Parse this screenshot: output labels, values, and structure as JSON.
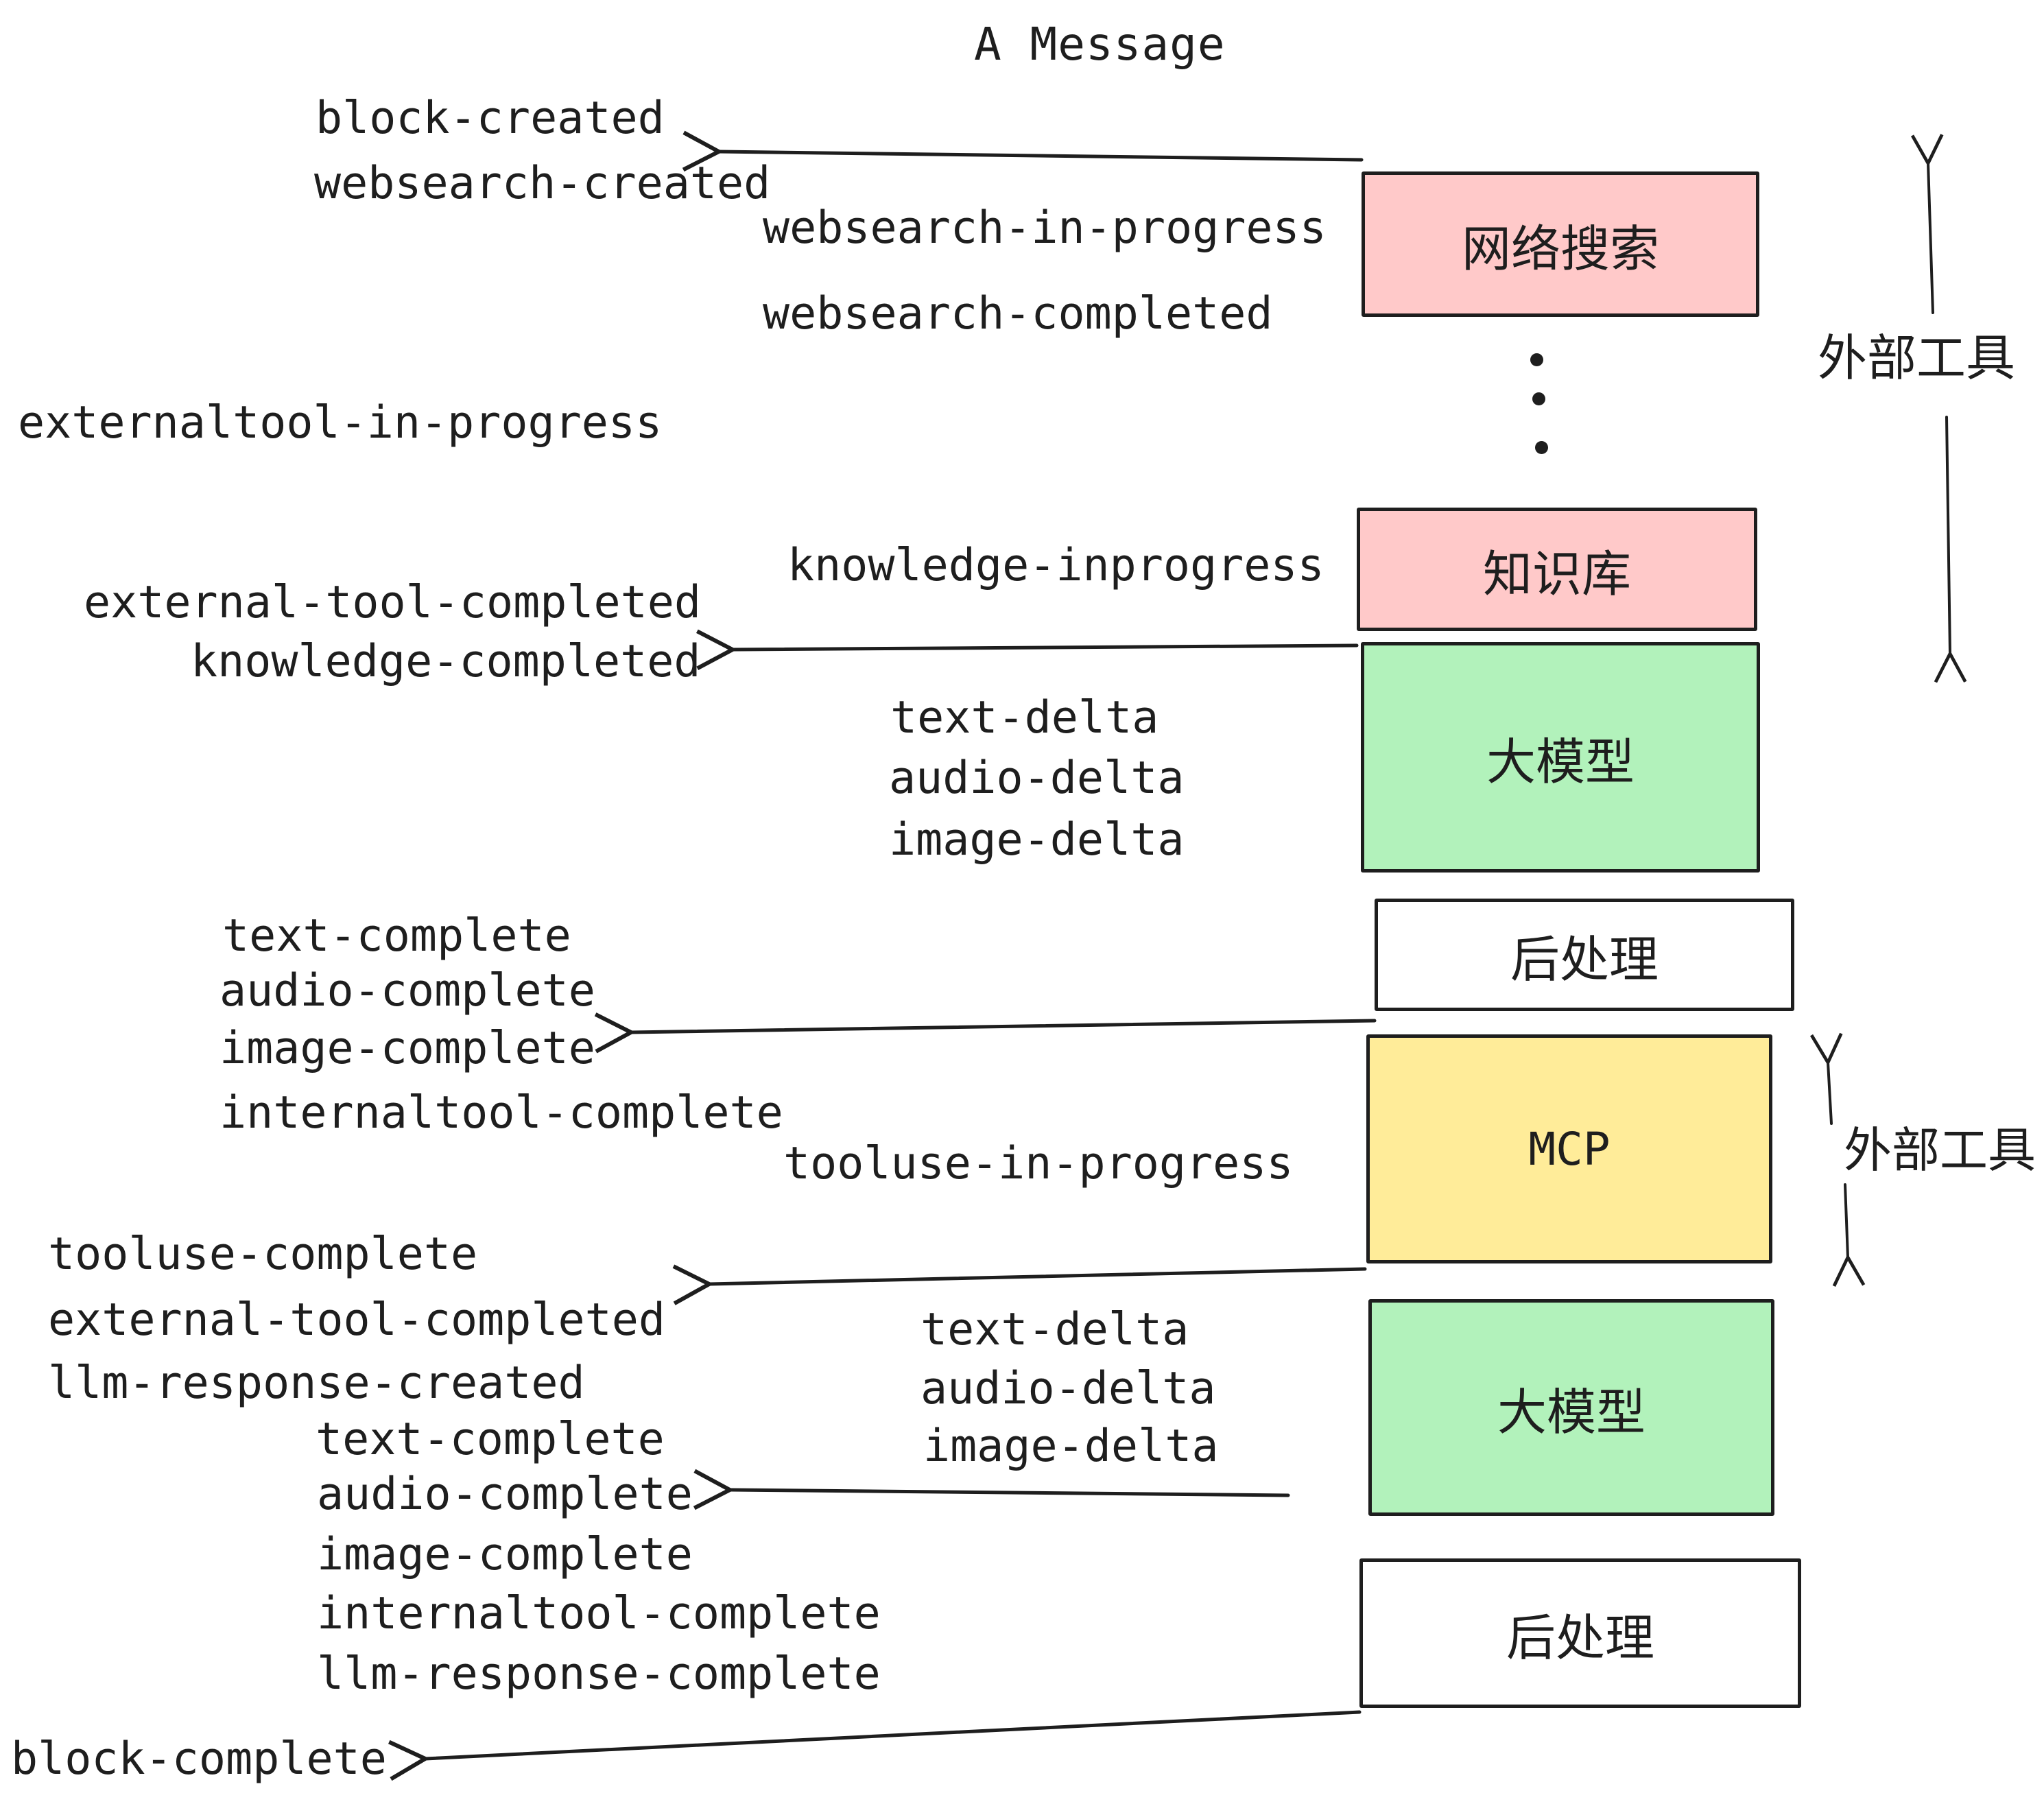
{
  "title": "A Message",
  "colors": {
    "ink": "#1e1e1e",
    "pink": "#ffc9c9",
    "green": "#b2f2bb",
    "yellow": "#ffec99",
    "white": "#ffffff"
  },
  "boxes": [
    {
      "key": "websearch",
      "label": "网络搜索",
      "fill": "#ffc9c9"
    },
    {
      "key": "knowledge",
      "label": "知识库",
      "fill": "#ffc9c9"
    },
    {
      "key": "llm-1",
      "label": "大模型",
      "fill": "#b2f2bb"
    },
    {
      "key": "post-1",
      "label": "后处理",
      "fill": "#ffffff"
    },
    {
      "key": "mcp",
      "label": "MCP",
      "fill": "#ffec99"
    },
    {
      "key": "llm-2",
      "label": "大模型",
      "fill": "#b2f2bb"
    },
    {
      "key": "post-2",
      "label": "后处理",
      "fill": "#ffffff"
    }
  ],
  "side_labels": [
    {
      "text": "外部工具"
    },
    {
      "text": "外部工具"
    }
  ],
  "events": [
    "block-created",
    "websearch-created",
    "websearch-in-progress",
    "websearch-completed",
    "externaltool-in-progress",
    "knowledge-inprogress",
    "external-tool-completed",
    "knowledge-completed",
    "text-delta",
    "audio-delta",
    "image-delta",
    "text-complete",
    "audio-complete",
    "image-complete",
    "internaltool-complete",
    "tooluse-in-progress",
    "tooluse-complete",
    "external-tool-completed",
    "llm-response-created",
    "text-complete",
    "text-delta",
    "audio-delta",
    "image-delta",
    "audio-complete",
    "image-complete",
    "internaltool-complete",
    "llm-response-complete",
    "block-complete"
  ]
}
